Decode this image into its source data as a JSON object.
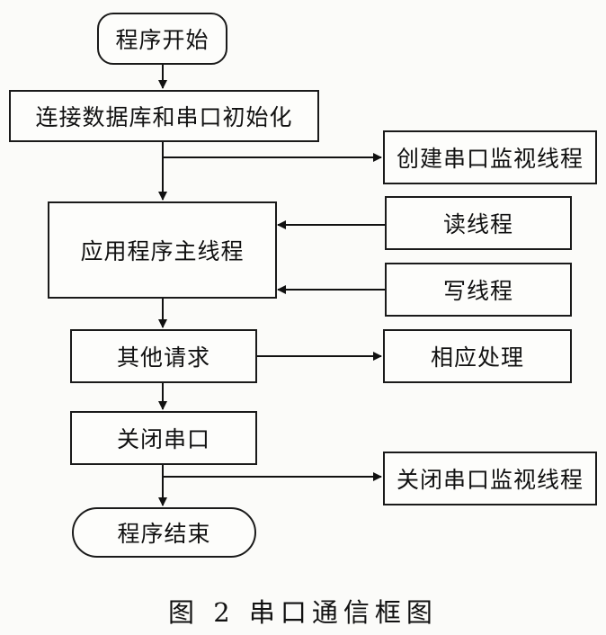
{
  "flowchart": {
    "start": "程序开始",
    "init": "连接数据库和串口初始化",
    "create_monitor": "创建串口监视线程",
    "main_thread": "应用程序主线程",
    "read_thread": "读线程",
    "write_thread": "写线程",
    "other_requests": "其他请求",
    "handling": "相应处理",
    "close_port": "关闭串口",
    "close_monitor": "关闭串口监视线程",
    "end": "程序结束"
  },
  "caption": "图 2   串口通信框图"
}
